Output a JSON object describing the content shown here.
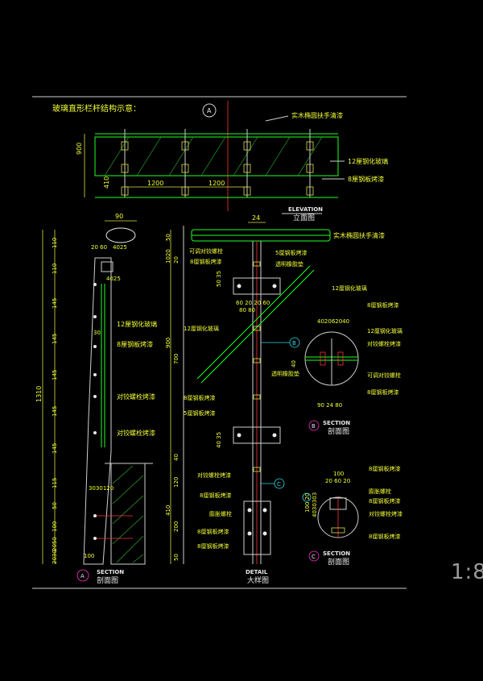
{
  "title": "玻璃直形栏杆结构示意：",
  "scale": "1:8",
  "elevation": {
    "marker": "A",
    "label_en": "ELEVATION",
    "label_cn": "立面图",
    "dim_height": "900",
    "dim_bottom": "410",
    "dim_span_1": "1200",
    "dim_span_2": "1200",
    "callouts": [
      "实木椭圆扶手清漆",
      "12厘钢化玻璃",
      "8厘钢板烤漆"
    ]
  },
  "section_a": {
    "marker": "A",
    "label_en": "SECTION",
    "label_cn": "剖面图",
    "dim_top_width": "90",
    "dim_top_parts": "20 60",
    "dim_top_parts_2": "4025",
    "dim_plate": "4025",
    "dim_30": "30",
    "dim_total": "1310",
    "dim_left": [
      "110",
      "110",
      "145",
      "145",
      "145",
      "145",
      "145",
      "115",
      "50",
      "100",
      "2050",
      "2030"
    ],
    "dim_right": [
      "50",
      "1020",
      "20",
      "900",
      "700",
      "40",
      "120",
      "410",
      "200",
      "50"
    ],
    "dim_base": "3030120",
    "dim_bottom": "100",
    "callouts": [
      "12厘钢化玻璃",
      "8厘钢板烤漆",
      "对铰螺栓烤漆",
      "对铰螺栓烤漆"
    ]
  },
  "detail": {
    "label_en": "DETAIL",
    "label_cn": "大样图",
    "dim_top": "24",
    "dim_side": "50 35",
    "dim_plate_1": "60 20 20 60",
    "dim_plate_2": "80 80",
    "dim_lower": "40 35",
    "marker_b": "B",
    "marker_c": "C",
    "callouts": [
      "实木椭圆扶手清漆",
      "可调对铰螺栓",
      "8厘钢板烤漆",
      "5厘钢板烤漆",
      "透明橡胶垫",
      "12厘钢化玻璃",
      "12厘钢化玻璃",
      "8厘钢板烤漆",
      "5厘钢板烤漆",
      "对铰螺栓烤漆",
      "8厘钢板烤漆",
      "膨胀螺栓",
      "8厘钢板烤漆",
      "8厘钢板烤漆"
    ]
  },
  "section_b": {
    "marker": "B",
    "label_en": "SECTION",
    "label_cn": "剖面图",
    "dim_top": "402062040",
    "dim_40": "40",
    "dim_bottom": "90 24 80",
    "callouts": [
      "8厘钢板烤漆",
      "12厘钢化玻璃",
      "对铰螺栓烤漆",
      "可调对铰螺栓",
      "8厘钢板烤漆",
      "透明橡胶垫"
    ]
  },
  "section_c": {
    "marker": "C",
    "label_en": "SECTION",
    "label_cn": "剖面图",
    "dim_top": "100",
    "dim_parts": "20 60 20",
    "dim_side": "100 20",
    "dim_side_2": "4030303",
    "callouts": [
      "8厘钢板烤漆",
      "膨胀螺栓",
      "对铰螺栓烤漆",
      "8厘钢板烤漆",
      "8厘钢板烤漆"
    ]
  }
}
